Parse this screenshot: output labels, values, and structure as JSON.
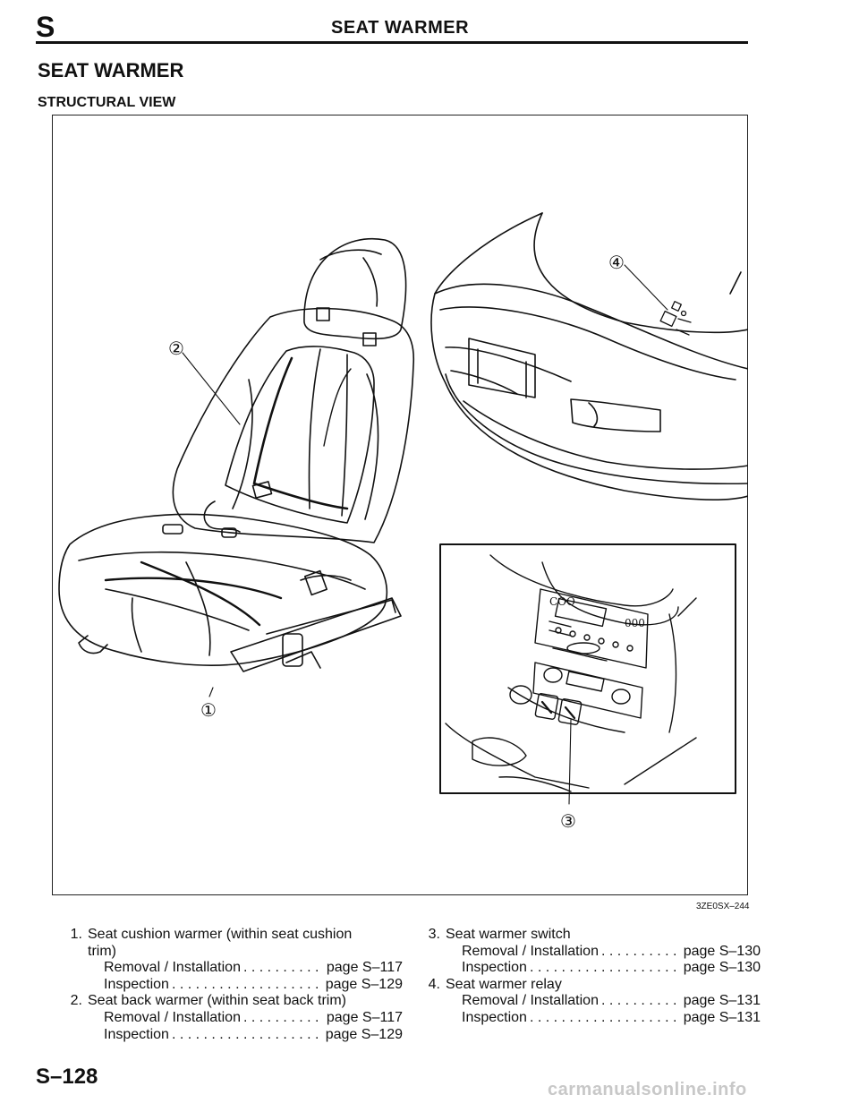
{
  "header": {
    "letter": "S",
    "title": "SEAT WARMER"
  },
  "section_title": "SEAT WARMER",
  "subtitle": "STRUCTURAL VIEW",
  "figure": {
    "callouts": [
      "①",
      "②",
      "③",
      "④"
    ],
    "code": "3ZE0SX–244"
  },
  "items_left": [
    {
      "num": "1.",
      "name": "Seat cushion warmer (within seat cushion",
      "cont": "trim)",
      "refs": [
        {
          "label": "Removal / Installation",
          "page": "page S–117"
        },
        {
          "label": "Inspection",
          "page": "page S–129"
        }
      ]
    },
    {
      "num": "2.",
      "name": "Seat back warmer (within seat back trim)",
      "refs": [
        {
          "label": "Removal / Installation",
          "page": "page S–117"
        },
        {
          "label": "Inspection",
          "page": "page S–129"
        }
      ]
    }
  ],
  "items_right": [
    {
      "num": "3.",
      "name": "Seat warmer switch",
      "refs": [
        {
          "label": "Removal / Installation",
          "page": "page S–130"
        },
        {
          "label": "Inspection",
          "page": "page S–130"
        }
      ]
    },
    {
      "num": "4.",
      "name": "Seat warmer relay",
      "refs": [
        {
          "label": "Removal / Installation",
          "page": "page S–131"
        },
        {
          "label": "Inspection",
          "page": "page S–131"
        }
      ]
    }
  ],
  "footer": {
    "page_number": "S–128"
  },
  "watermark": "carmanualsonline.info"
}
